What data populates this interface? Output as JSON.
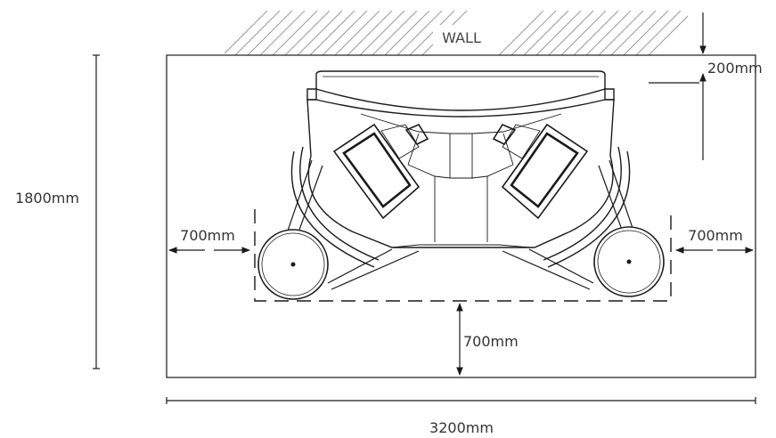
{
  "wall_label": "WALL",
  "dimensions": {
    "top_clearance": "200mm",
    "left_clearance": "700mm",
    "right_clearance": "700mm",
    "bottom_clearance": "700mm",
    "depth": "1800mm",
    "width": "3200mm"
  },
  "colors": {
    "line": "#1a1a1a",
    "hatch": "#9a9a9a",
    "text": "#333333"
  }
}
